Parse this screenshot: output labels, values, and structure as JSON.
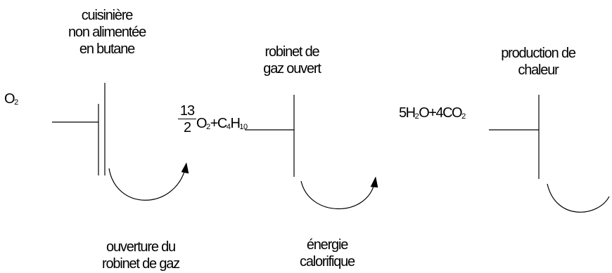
{
  "states": [
    {
      "label_lines": [
        "cuisinière",
        "non alimentée",
        "en butane"
      ]
    },
    {
      "label_lines": [
        "robinet de",
        "gaz ouvert"
      ]
    },
    {
      "label_lines": [
        "production de",
        "chaleur"
      ]
    }
  ],
  "species": {
    "state1": {
      "o": "O",
      "o_sub": "2"
    },
    "state2": {
      "coef_num": "13",
      "coef_den": "2",
      "o": "O",
      "o_sub": "2",
      "plus": "+",
      "c": "C",
      "c_sub": "4",
      "h": "H",
      "h_sub": "10"
    },
    "state3": {
      "coef1": "5",
      "h": "H",
      "h_sub": "2",
      "o1": "O",
      "plus": "+",
      "coef2": "4",
      "co": "CO",
      "co_sub": "2"
    }
  },
  "transformations": [
    {
      "label_lines": [
        "ouverture du",
        "robinet de gaz"
      ]
    },
    {
      "label_lines": [
        "énergie",
        "calorifique"
      ]
    }
  ]
}
